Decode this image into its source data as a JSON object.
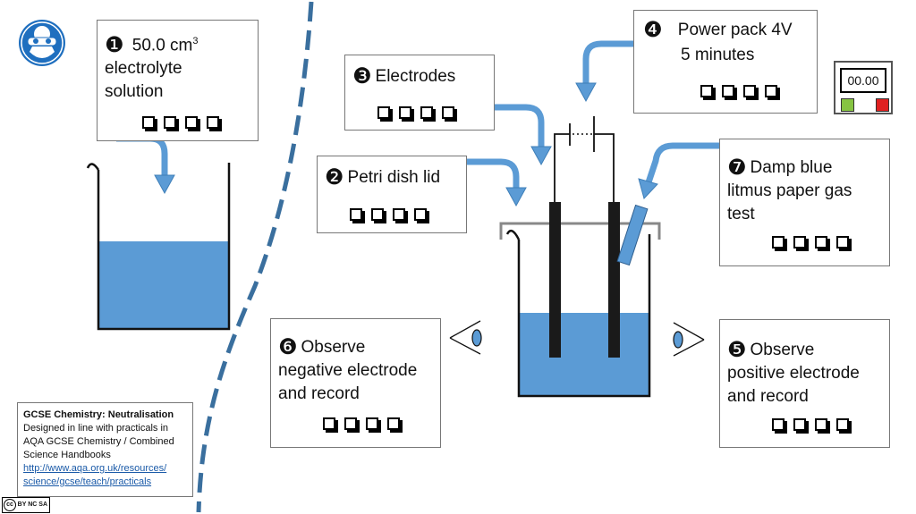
{
  "steps": {
    "s1": {
      "num": "❶",
      "line1": "50.0 cm",
      "sup": "3",
      "line2": "electrolyte",
      "line3": "solution"
    },
    "s2": {
      "num": "❷",
      "text": "Petri dish lid"
    },
    "s3": {
      "num": "❸",
      "text": "Electrodes"
    },
    "s4": {
      "num": "❹",
      "line1": "Power pack 4V",
      "line2": "5 minutes"
    },
    "s5": {
      "num": "❺",
      "line1": "Observe",
      "line2": "positive electrode",
      "line3": "and record"
    },
    "s6": {
      "num": "❻",
      "line1": "Observe",
      "line2": "negative electrode",
      "line3": "and record"
    },
    "s7": {
      "num": "❼",
      "line1": "Damp blue",
      "line2": "litmus paper gas",
      "line3": "test"
    }
  },
  "timer": {
    "display": "00.00",
    "start_color": "#86c442",
    "stop_color": "#e02020"
  },
  "info": {
    "title": "GCSE Chemistry: Neutralisation",
    "line1": "Designed in line with practicals in",
    "line2": "AQA GCSE Chemistry / Combined",
    "line3": "Science Handbooks",
    "link1": "http://www.aqa.org.uk/resources/",
    "link2": "science/gcse/teach/practicals"
  },
  "license": {
    "badge": "cc",
    "text": "BY NC SA"
  },
  "icons": {
    "safety": "safety-goggles-icon",
    "eye": "eye-icon",
    "checkbox": "checkbox-icon"
  },
  "colors": {
    "accent": "#5b9bd5",
    "water": "#5b9bd5",
    "dash": "#3a6f9e",
    "safety": "#1f6fbf"
  }
}
